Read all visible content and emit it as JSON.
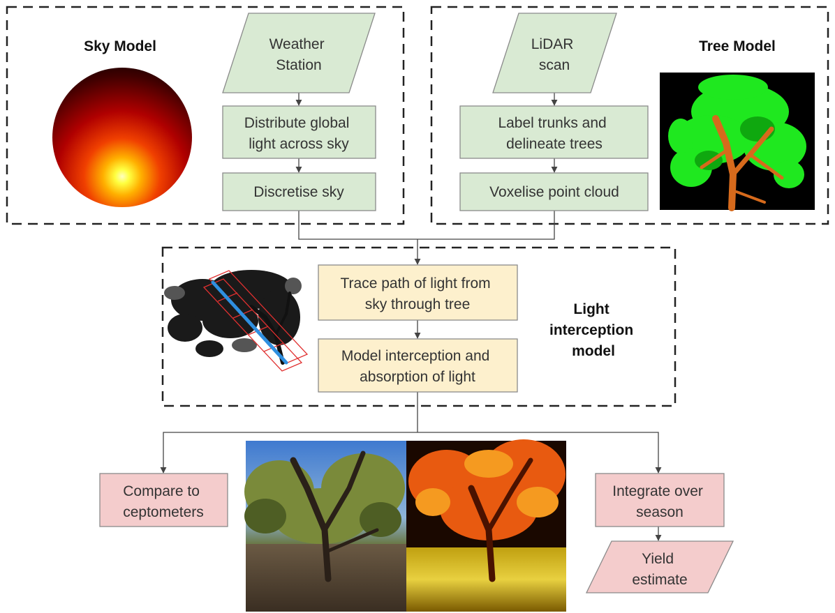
{
  "diagram": {
    "groups": {
      "sky": {
        "title": "Sky Model"
      },
      "tree": {
        "title": "Tree Model"
      },
      "light": {
        "title_lines": [
          "Light",
          "interception",
          "model"
        ]
      }
    },
    "nodes": {
      "weather_station": {
        "lines": [
          "Weather",
          "Station"
        ]
      },
      "distribute": {
        "lines": [
          "Distribute global",
          "light across sky"
        ]
      },
      "discretise": {
        "lines": [
          "Discretise sky"
        ]
      },
      "lidar": {
        "lines": [
          "LiDAR",
          "scan"
        ]
      },
      "label_trunks": {
        "lines": [
          "Label trunks and",
          "delineate trees"
        ]
      },
      "voxelise": {
        "lines": [
          "Voxelise point cloud"
        ]
      },
      "trace_path": {
        "lines": [
          "Trace path of light from",
          "sky through tree"
        ]
      },
      "model_interception": {
        "lines": [
          "Model interception and",
          "absorption of light"
        ]
      },
      "compare": {
        "lines": [
          "Compare to",
          "ceptometers"
        ]
      },
      "integrate": {
        "lines": [
          "Integrate over",
          "season"
        ]
      },
      "yield": {
        "lines": [
          "Yield",
          "estimate"
        ]
      }
    },
    "colors": {
      "input_green": "#d9ead3",
      "process_yellow": "#fdf0cd",
      "output_pink": "#f4cccc",
      "stroke": "#8a8a8a",
      "dash": "#222222",
      "point_cloud_green": "#1fe81f",
      "trunk_orange": "#d66a1c",
      "ray_blue": "#2f8fe0",
      "ray_red": "#e03030"
    }
  }
}
